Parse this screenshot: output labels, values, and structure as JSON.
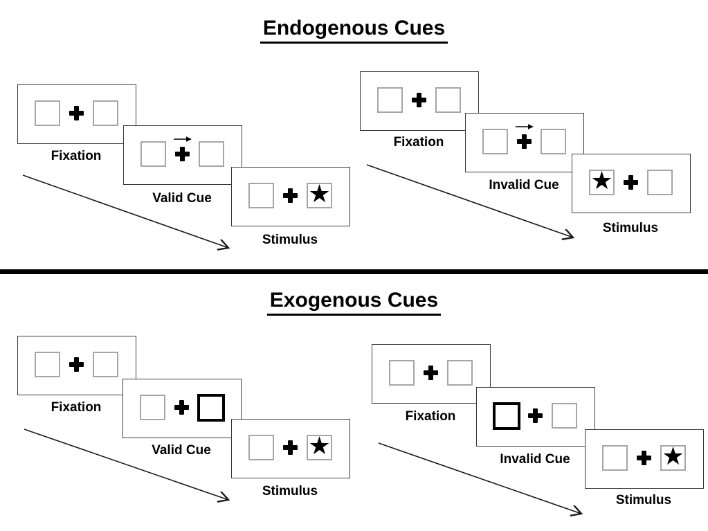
{
  "canvas": {
    "background": "#ffffff"
  },
  "symbols": {
    "star": "★"
  },
  "colors": {
    "ink": "#000000",
    "box_border": "#a6a6a6",
    "panel_border": "#3a3a3a"
  },
  "sections": [
    {
      "title": "Endogenous Cues",
      "sequences": [
        {
          "name": "valid",
          "cue_type": "central-arrow-right",
          "stimulus_side": "right",
          "panels": [
            {
              "label": "Fixation"
            },
            {
              "label": "Valid Cue"
            },
            {
              "label": "Stimulus"
            }
          ]
        },
        {
          "name": "invalid",
          "cue_type": "central-arrow-right",
          "stimulus_side": "left",
          "panels": [
            {
              "label": "Fixation"
            },
            {
              "label": "Invalid Cue"
            },
            {
              "label": "Stimulus"
            }
          ]
        }
      ]
    },
    {
      "title": "Exogenous Cues",
      "sequences": [
        {
          "name": "valid",
          "cue_type": "peripheral-box-right",
          "stimulus_side": "right",
          "panels": [
            {
              "label": "Fixation"
            },
            {
              "label": "Valid Cue"
            },
            {
              "label": "Stimulus"
            }
          ]
        },
        {
          "name": "invalid",
          "cue_type": "peripheral-box-left",
          "stimulus_side": "right",
          "panels": [
            {
              "label": "Fixation"
            },
            {
              "label": "Invalid Cue"
            },
            {
              "label": "Stimulus"
            }
          ]
        }
      ]
    }
  ]
}
